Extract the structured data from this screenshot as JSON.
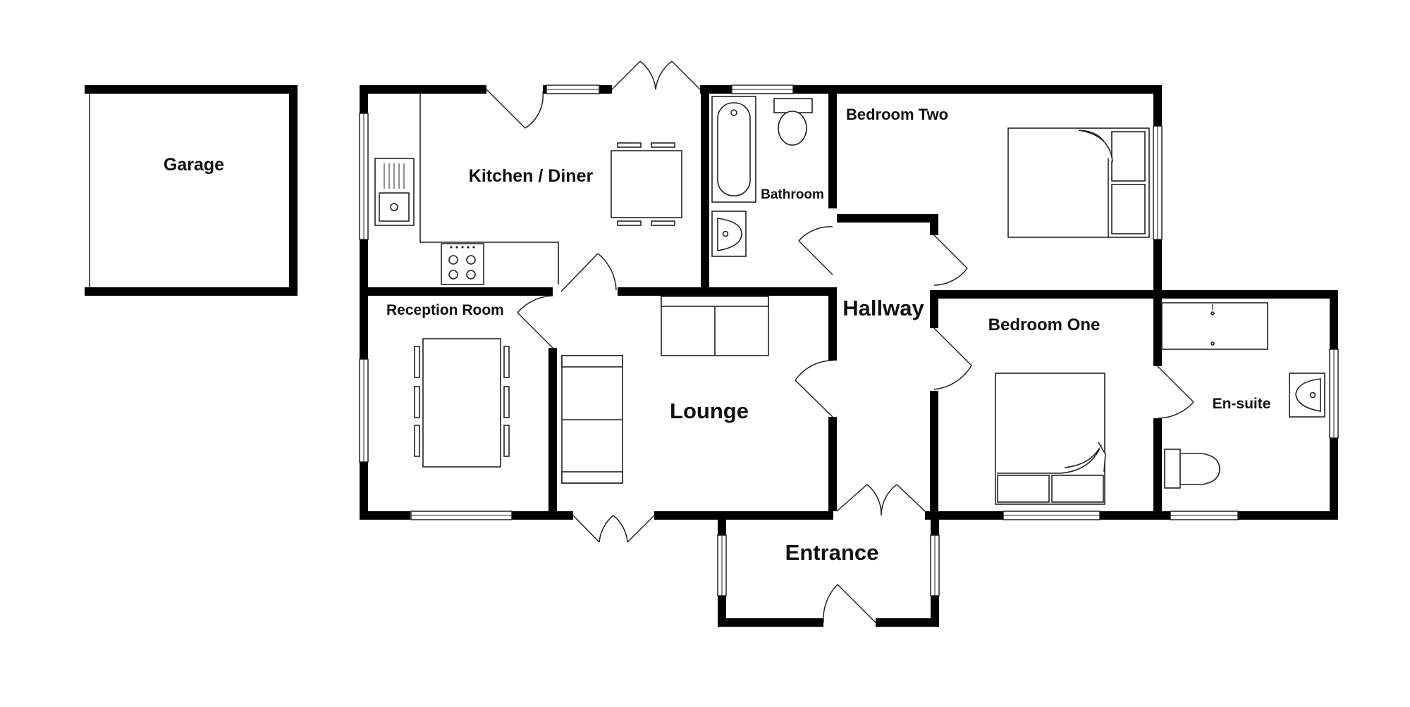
{
  "rooms": {
    "garage": "Garage",
    "kitchen": "Kitchen / Diner",
    "bathroom": "Bathroom",
    "bedroom_two": "Bedroom Two",
    "reception": "Reception Room",
    "hallway": "Hallway",
    "lounge": "Lounge",
    "bedroom_one": "Bedroom One",
    "ensuite": "En-suite",
    "entrance": "Entrance"
  },
  "colors": {
    "wall": "#000000",
    "fixture": "#222222",
    "background": "#ffffff"
  }
}
